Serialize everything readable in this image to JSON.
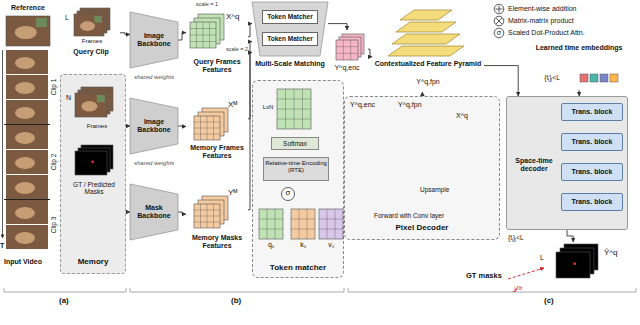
{
  "diagram": {
    "nodes": [
      {
        "text": [
          "Reference"
        ]
      },
      {
        "text": [
          "Query Clip",
          "Frames"
        ]
      },
      {
        "text": [
          "Memory"
        ]
      },
      {
        "text": [
          "Frames"
        ],
        "in": 2
      },
      {
        "text": [
          "GT / Predicted Masks"
        ],
        "in": 2
      },
      {
        "text": [
          "Image Backbone"
        ]
      },
      {
        "text": [
          "Image Backbone"
        ]
      },
      {
        "text": [
          "Mask Backbone"
        ]
      },
      {
        "text": [
          "X^q",
          "Query Frames Features"
        ]
      },
      {
        "text": [
          "Xᴹ",
          "Memory Frames Features"
        ]
      },
      {
        "text": [
          "Yᴹ",
          "Memory Masks Features"
        ]
      },
      {
        "text": [
          "Multi-Scale Matching"
        ]
      },
      {
        "text": [
          "Token Matcher"
        ],
        "in": 11
      },
      {
        "text": [
          "Token Matcher"
        ],
        "in": 11
      },
      {
        "text": [
          "Token matcher"
        ]
      },
      {
        "text": [
          "LxN"
        ],
        "in": 14
      },
      {
        "text": [
          "Softmax"
        ],
        "in": 14
      },
      {
        "text": [
          "Relative-time Encoding (RTE)"
        ],
        "in": 14
      },
      {
        "text": [
          "σ"
        ],
        "in": 14
      },
      {
        "text": [
          "qₛ"
        ],
        "in": 14
      },
      {
        "text": [
          "kₛ"
        ],
        "in": 14
      },
      {
        "text": [
          "vₛ"
        ],
        "in": 14
      },
      {
        "text": [
          "Y^q,enc"
        ]
      },
      {
        "text": [
          "Contextualized Feature Pyramid",
          "Y^q,fpn"
        ]
      },
      {
        "text": [
          "Pixel Decoder"
        ]
      },
      {
        "text": [
          "Learned time embeddings",
          "{tⱼ}ⱼ<L"
        ]
      },
      {
        "text": [
          "Space-time decoder"
        ]
      },
      {
        "text": [
          "Trans. block"
        ],
        "in": 26
      },
      {
        "text": [
          "Trans. block"
        ],
        "in": 26
      },
      {
        "text": [
          "Trans. block"
        ],
        "in": 26
      },
      {
        "text": [
          "Trans. block"
        ],
        "in": 26
      },
      {
        "text": [
          "Ŷ^q"
        ]
      }
    ],
    "edges": [
      {
        "from": 1,
        "to": 5,
        "arrow": "to"
      },
      {
        "from": 3,
        "to": 6,
        "arrow": "to"
      },
      {
        "from": 4,
        "to": 7,
        "arrow": "to"
      },
      {
        "from": 5,
        "to": 8,
        "arrow": "to"
      },
      {
        "from": 6,
        "to": 9,
        "arrow": "to"
      },
      {
        "from": 7,
        "to": 10,
        "arrow": "to"
      },
      {
        "from": 8,
        "to": 11,
        "arrow": "to"
      },
      {
        "from": 9,
        "to": 11,
        "arrow": "to"
      },
      {
        "from": 10,
        "to": 11,
        "arrow": "to"
      },
      {
        "from": 11,
        "to": 22,
        "arrow": "to"
      },
      {
        "from": 22,
        "to": 23,
        "arrow": "to"
      },
      {
        "from": 24,
        "to": 23,
        "arrow": "to"
      },
      {
        "from": 23,
        "to": 26,
        "arrow": "to"
      },
      {
        "from": 25,
        "to": 26,
        "arrow": "to"
      },
      {
        "from": 27,
        "to": 28,
        "arrow": "to"
      },
      {
        "from": 28,
        "to": 29,
        "arrow": "to"
      },
      {
        "from": 29,
        "to": 30,
        "arrow": "to"
      },
      {
        "from": 26,
        "to": 31,
        "arrow": "to"
      },
      {
        "from": 19,
        "to": 18,
        "arrow": "to"
      },
      {
        "from": 20,
        "to": 18,
        "arrow": "to"
      },
      {
        "from": 18,
        "to": 17,
        "arrow": "to"
      },
      {
        "from": 17,
        "to": 16,
        "arrow": "to"
      },
      {
        "from": 16,
        "to": 15,
        "arrow": "to"
      }
    ],
    "labels": [
      "Clip 1",
      "Clip 2",
      "Clip 3",
      "Input Video",
      "T",
      "L",
      "N",
      "shared weights",
      "shared weights",
      "scale = 1",
      "scale = 2",
      "(a)",
      "(b)",
      "Y^q,enc",
      "X^q",
      "Y^q,fpn",
      "Upsample",
      "Forward with Conv layer",
      "{tⱼ}ⱼ<L",
      "L",
      "GT masks",
      "ℒᵗʳ",
      "(c)",
      "σ"
    ],
    "legend": [
      {
        "text": "Element-wise addition"
      },
      {
        "text": "Matrix-matrix product"
      },
      {
        "text": "Scaled Dot-Product Attn."
      }
    ]
  }
}
